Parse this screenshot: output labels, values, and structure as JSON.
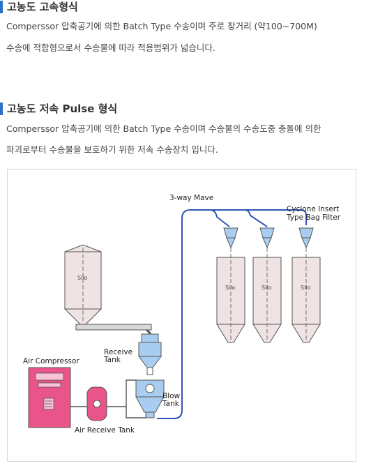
{
  "section1": {
    "title": "고농도 고속형식",
    "line1": "Comperssor 압축공기에 의한 Batch Type 수송이며 주로 장거리 (약100~700M)",
    "line2": "수송에 적합형으로서 수송물에 따라 적용범위가 넓습니다."
  },
  "section2": {
    "title": "고농도 저속 Pulse 형식",
    "line1": "Comperssor 압축공기에 의한 Batch Type 수송이며 수송물의 수송도중 충돌에 의한",
    "line2": "파괴로부터 수송물을 보호하기 위한 저속 수송장치 입니다."
  },
  "diagram": {
    "labels": {
      "three_way": "3-way Mave",
      "cyclone_1": "Cyclone Insert",
      "cyclone_2": "Type Bag Filter",
      "receive_1": "Receive",
      "receive_2": "Tank",
      "blow_1": "Blow",
      "blow_2": "Tank",
      "air_compressor": "Air Compressor",
      "air_receive_tank": "Air Receive Tank",
      "silo": "Silo"
    },
    "colors": {
      "silo_fill": "#efe3e3",
      "pipe": "#2d55b0",
      "tank_blue": "#a9cdf0",
      "compressor": "#e9558a",
      "outline": "#555555"
    }
  }
}
